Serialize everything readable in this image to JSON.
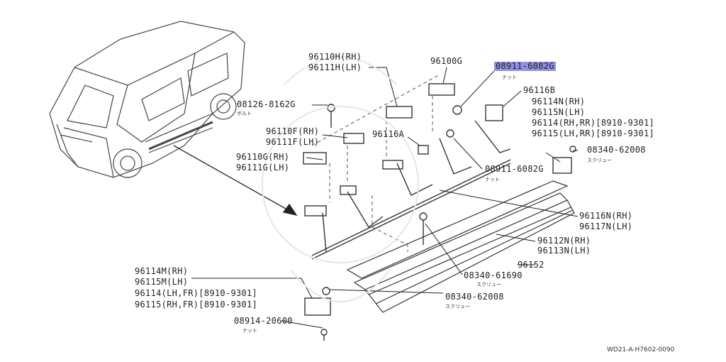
{
  "labels": {
    "part_96110H_rh": "96110H(RH)",
    "part_96111H_lh": "96111H(LH)",
    "part_96100G": "96100G",
    "part_08911_top": "08911-6082G",
    "part_08911_top_note": "ナット",
    "part_96116B": "96116B",
    "part_96114N_rh": "96114N(RH)",
    "part_96115N_lh": "96115N(LH)",
    "part_96114_rh_rr": "96114(RH,RR)[8910-9301]",
    "part_96115_lh_rr": "96115(LH,RR)[8910-9301]",
    "part_08340_62008_right": "08340-62008",
    "part_08340_62008_right_note": "スクリュー",
    "part_08126": "08126-8162G",
    "part_08126_note": "ボルト",
    "part_96110F_rh": "96110F(RH)",
    "part_96111F_lh": "96111F(LH)",
    "part_96116A": "96116A",
    "part_96110G_rh": "96110G(RH)",
    "part_96111G_lh": "96111G(LH)",
    "part_08911_mid": "08911-6082G",
    "part_08911_mid_note": "ナット",
    "part_96116N_rh": "96116N(RH)",
    "part_96117N_lh": "96117N(LH)",
    "part_96112N_rh": "96112N(RH)",
    "part_96113N_lh": "96113N(LH)",
    "part_96152": "96152",
    "part_08340_61690": "08340-61690",
    "part_08340_61690_note": "スクリュー",
    "part_96114M_rh": "96114M(RH)",
    "part_96115M_lh": "96115M(LH)",
    "part_96114_lh_fr": "96114(LH,FR)[8910-9301]",
    "part_96115_rh_fr": "96115(RH,FR)[8910-9301]",
    "part_08340_62008_bottom": "08340-62008",
    "part_08340_62008_bottom_note": "スクリュー",
    "part_08914": "08914-20600",
    "part_08914_note": "ナット",
    "diagram_code": "WD21-A-H7602-0090"
  },
  "highlight_color": "#8f8fe6"
}
